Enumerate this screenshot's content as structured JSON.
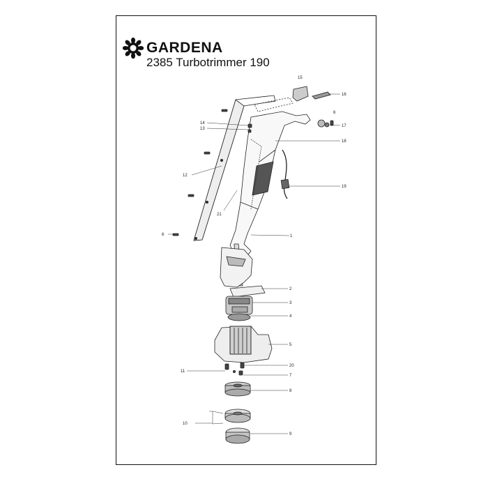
{
  "header": {
    "brand": "GARDENA",
    "model": "2385 Turbotrimmer 190"
  },
  "parts": {
    "p1": "1",
    "p2": "2",
    "p3": "3",
    "p4": "4",
    "p5": "5",
    "p6a": "6",
    "p6b": "6",
    "p7": "7",
    "p8": "8",
    "p9": "9",
    "p10": "10",
    "p11": "11",
    "p12": "12",
    "p13": "13",
    "p14": "14",
    "p15": "15",
    "p16": "16",
    "p17": "17",
    "p18": "18",
    "p19": "19",
    "p20": "20",
    "p21": "21"
  }
}
